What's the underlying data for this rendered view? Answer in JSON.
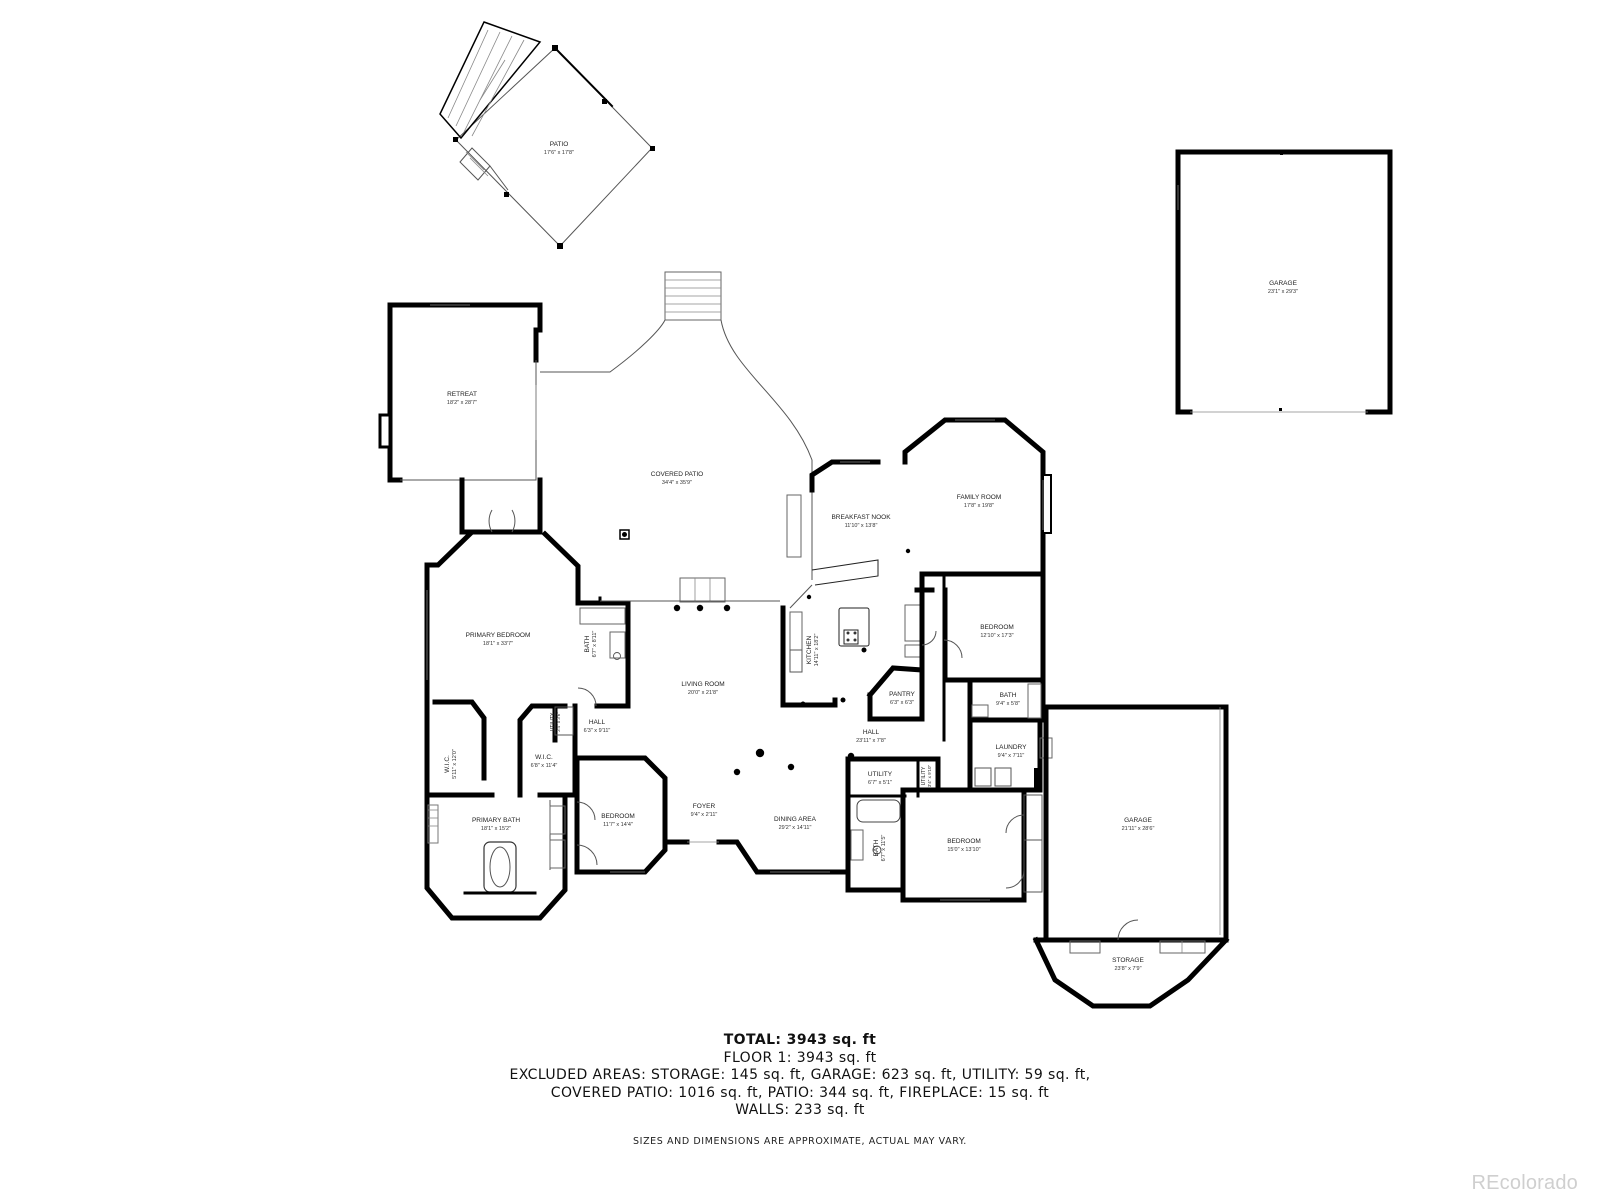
{
  "rooms": {
    "patio": {
      "name": "PATIO",
      "dim": "17'6\" x 17'8\""
    },
    "garage_detached": {
      "name": "GARAGE",
      "dim": "23'1\" x 29'3\""
    },
    "retreat": {
      "name": "RETREAT",
      "dim": "18'2\" x 28'7\""
    },
    "covered_patio": {
      "name": "COVERED PATIO",
      "dim": "34'4\" x 35'9\""
    },
    "breakfast_nook": {
      "name": "BREAKFAST NOOK",
      "dim": "11'10\" x 13'8\""
    },
    "family_room": {
      "name": "FAMILY ROOM",
      "dim": "17'8\" x 19'8\""
    },
    "primary_bedroom": {
      "name": "PRIMARY BEDROOM",
      "dim": "18'1\" x 33'7\""
    },
    "bath_1": {
      "name": "BATH",
      "dim": "6'7\" x 8'11\""
    },
    "living_room": {
      "name": "LIVING ROOM",
      "dim": "20'0\" x 21'8\""
    },
    "kitchen": {
      "name": "KITCHEN",
      "dim": "14'11\" x 18'2\""
    },
    "bedroom_east": {
      "name": "BEDROOM",
      "dim": "12'10\" x 17'3\""
    },
    "pantry": {
      "name": "PANTRY",
      "dim": "6'3\" x 6'3\""
    },
    "bath_east": {
      "name": "BATH",
      "dim": "9'4\" x 5'8\""
    },
    "hall_west": {
      "name": "HALL",
      "dim": "6'3\" x 9'11\""
    },
    "hall_center": {
      "name": "HALL",
      "dim": "23'11\" x 7'8\""
    },
    "laundry": {
      "name": "LAUNDRY",
      "dim": "9'4\" x 7'11\""
    },
    "wic_west": {
      "name": "W.I.C.",
      "dim": "5'11\" x 12'0\""
    },
    "wic_mid": {
      "name": "W.I.C.",
      "dim": "6'8\" x 11'4\""
    },
    "utility_mid": {
      "name": "UTILITY",
      "dim": "3'4\" x 3'6\""
    },
    "utility_1": {
      "name": "UTILITY",
      "dim": "6'7\" x 5'1\""
    },
    "utility_2": {
      "name": "UTILITY",
      "dim": "3'4\" x 9'10\""
    },
    "primary_bath": {
      "name": "PRIMARY BATH",
      "dim": "18'1\" x 15'2\""
    },
    "bedroom_sw": {
      "name": "BEDROOM",
      "dim": "11'7\" x 14'4\""
    },
    "foyer": {
      "name": "FOYER",
      "dim": "9'4\" x 2'11\""
    },
    "dining_area": {
      "name": "DINING AREA",
      "dim": "29'2\" x 14'11\""
    },
    "bath_south": {
      "name": "BATH",
      "dim": "6'7\" x 11'5\""
    },
    "bedroom_se": {
      "name": "BEDROOM",
      "dim": "15'0\" x 13'10\""
    },
    "garage_attached": {
      "name": "GARAGE",
      "dim": "21'11\" x 28'6\""
    },
    "storage": {
      "name": "STORAGE",
      "dim": "23'8\" x 7'9\""
    }
  },
  "summary": {
    "total": "TOTAL: 3943 sq. ft",
    "floor": "FLOOR 1: 3943 sq. ft",
    "excluded_line1": "EXCLUDED AREAS: STORAGE: 145 sq. ft, GARAGE: 623 sq. ft, UTILITY: 59 sq. ft,",
    "excluded_line2": "COVERED PATIO: 1016 sq. ft, PATIO: 344 sq. ft, FIREPLACE: 15 sq. ft",
    "walls": "WALLS: 233 sq. ft"
  },
  "disclaimer": "SIZES AND DIMENSIONS ARE APPROXIMATE, ACTUAL MAY VARY.",
  "brand": "REcolorado",
  "colors": {
    "wall": "#000000",
    "background": "#ffffff",
    "brand": "#cfcfcf"
  }
}
